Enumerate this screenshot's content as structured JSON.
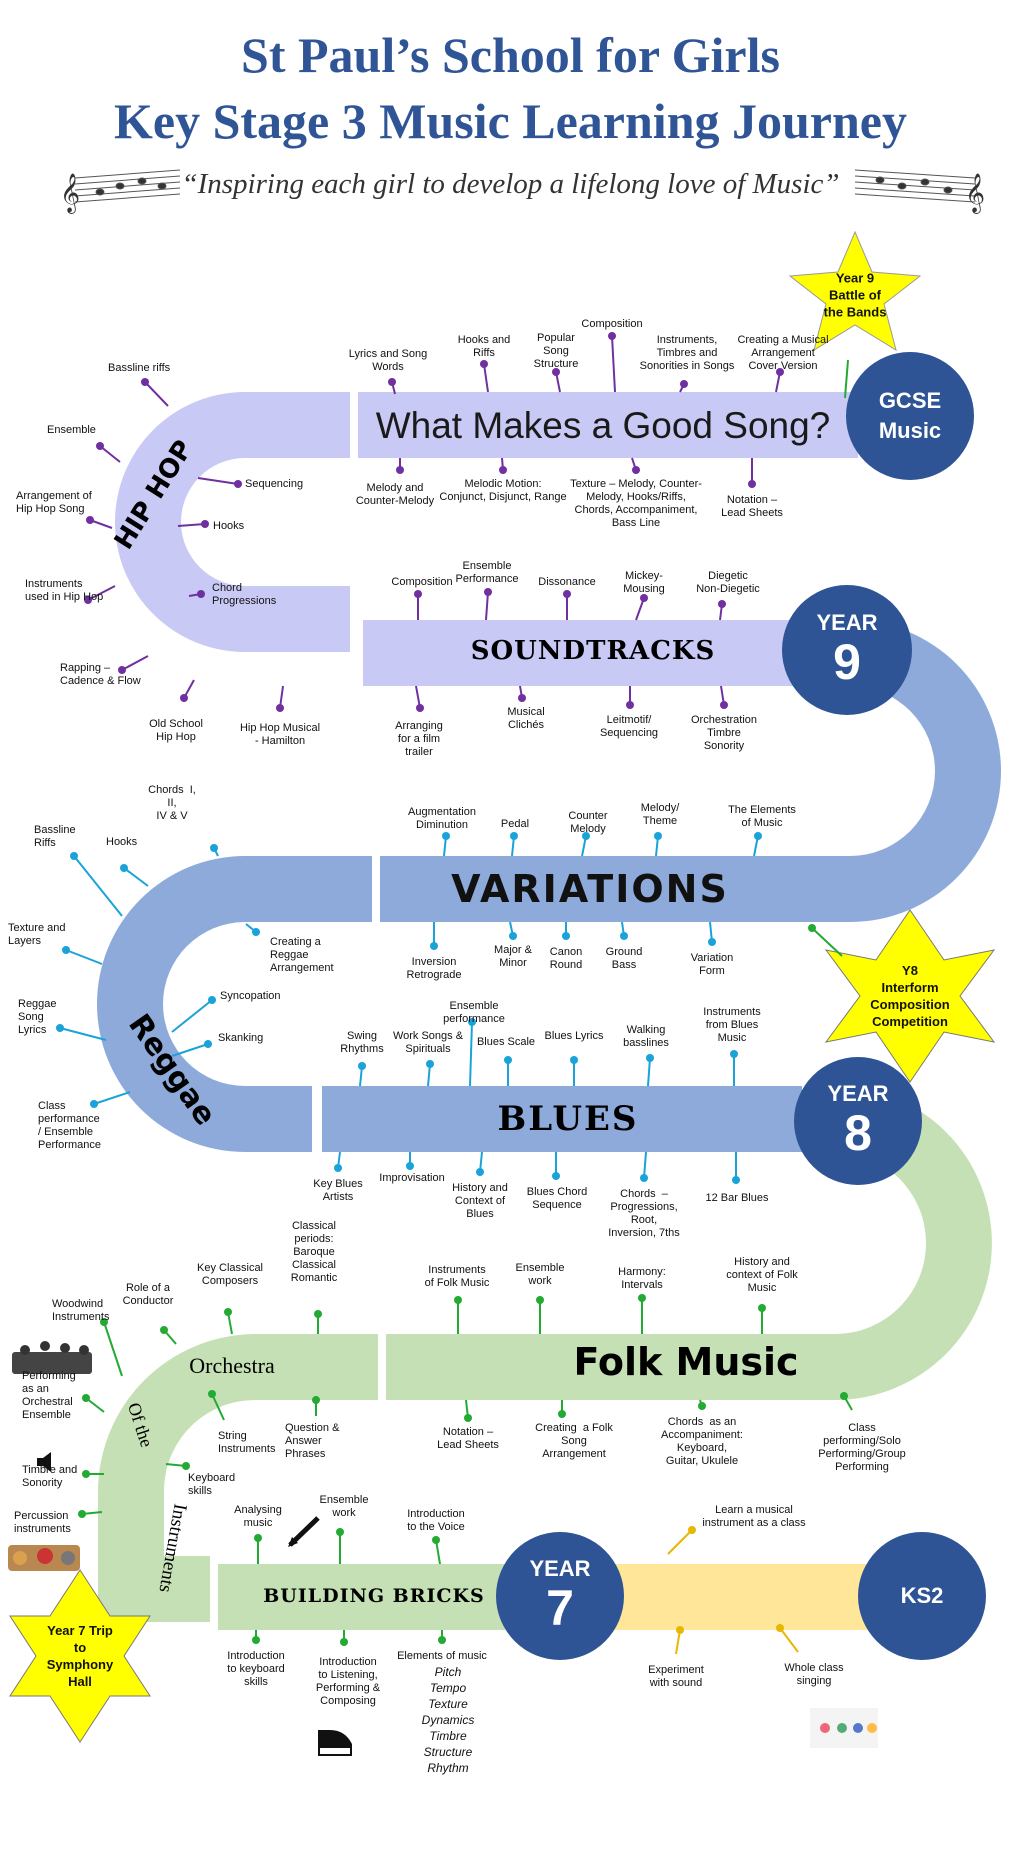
{
  "header": {
    "title_line1": "St Paul’s School for Girls",
    "title_line2": "Key Stage 3 Music Learning Journey",
    "motto": "“Inspiring each girl to develop a lifelong love of Music”"
  },
  "colors": {
    "title": "#2f5597",
    "circle": "#2e5496",
    "band_lavender": "#c9c9f5",
    "band_blue": "#8eaadb",
    "band_green": "#c5e0b4",
    "band_ks2": "#ffe699",
    "star": "#ffff00",
    "dot_purple": "#7030a0",
    "dot_cyan": "#1aa3d9",
    "dot_green": "#22aa33",
    "dot_gold": "#e6b800"
  },
  "circles": {
    "gcse": "GCSE Music",
    "year9_word": "YEAR",
    "year9_num": "9",
    "year8_word": "YEAR",
    "year8_num": "8",
    "year7_word": "YEAR",
    "year7_num": "7",
    "ks2": "KS2"
  },
  "stars": {
    "year9": "Year 9\nBattle of\nthe Bands",
    "year8": "Y8\nInterform\nComposition\nCompetition",
    "year7": "Year 7 Trip\nto\nSymphony\nHall"
  },
  "bands": {
    "good_song": "What Makes a Good Song?",
    "hiphop": "HIP HOP",
    "soundtracks": "SOUNDTRACKS",
    "variations": "VARIATIONS",
    "reggae": "Reggae",
    "blues": "BLUES",
    "folk": "Folk Music",
    "orchestra": "Orchestra",
    "of_the": "Of the",
    "instruments": "Instruments",
    "building": "BUILDING BRICKS"
  },
  "labels": {
    "song_top": [
      "Lyrics and Song\nWords",
      "Hooks and\nRiffs",
      "Popular\nSong\nStructure",
      "Composition",
      "Instruments,\nTimbres and\nSonorities in Songs",
      "Creating a Musical\nArrangement\nCover Version"
    ],
    "song_bottom": [
      "Melody and\nCounter-Melody",
      "Melodic Motion:\nConjunct, Disjunct, Range",
      "Texture – Melody, Counter-\nMelody, Hooks/Riffs,\nChords, Accompaniment,\nBass Line",
      "Notation –\nLead Sheets"
    ],
    "hiphop": [
      "Bassline riffs",
      "Ensemble",
      "Arrangement of\nHip Hop Song",
      "Instruments\nused in Hip Hop",
      "Rapping –\nCadence & Flow",
      "Old School\nHip Hop",
      "Hip Hop Musical\n- Hamilton",
      "Sequencing",
      "Hooks",
      "Chord\nProgressions"
    ],
    "sound_top": [
      "Composition",
      "Ensemble\nPerformance",
      "Dissonance",
      "Mickey-\nMousing",
      "Diegetic\nNon-Diegetic"
    ],
    "sound_bottom": [
      "Arranging\nfor a film\ntrailer",
      "Musical\nClichés",
      "Leitmotif/\nSequencing",
      "Orchestration\nTimbre\nSonority"
    ],
    "var_top": [
      "Augmentation\nDiminution",
      "Pedal",
      "Counter\nMelody",
      "Melody/\nTheme",
      "The Elements\nof Music"
    ],
    "var_bottom": [
      "Inversion\nRetrograde",
      "Major &\nMinor",
      "Canon\nRound",
      "Ground\nBass",
      "Variation\nForm"
    ],
    "reggae": [
      "Chords  I,\nII,\nIV & V",
      "Bassline\nRiffs",
      "Hooks",
      "Texture and\nLayers",
      "Reggae\nSong\nLyrics",
      "Class\nperformance\n/ Ensemble\nPerformance",
      "Creating a\nReggae\nArrangement",
      "Syncopation",
      "Skanking"
    ],
    "blues_top": [
      "Swing\nRhythms",
      "Work Songs &\nSpirituals",
      "Ensemble\nperformance",
      "Blues Scale",
      "Blues Lyrics",
      "Walking\nbasslines",
      "Instruments\nfrom Blues\nMusic"
    ],
    "blues_bottom": [
      "Key Blues\nArtists",
      "Improvisation",
      "History and\nContext of\nBlues",
      "Blues Chord\nSequence",
      "Chords  –\nProgressions,\nRoot,\nInversion, 7ths",
      "12 Bar Blues"
    ],
    "folk_top": [
      "Instruments\nof Folk Music",
      "Ensemble\nwork",
      "Harmony:\nIntervals",
      "History and\ncontext of Folk\nMusic"
    ],
    "folk_bottom": [
      "Notation –\nLead Sheets",
      "Creating  a Folk\nSong\nArrangement",
      "Chords  as an\nAccompaniment:\nKeyboard,\nGuitar, Ukulele",
      "Class\nperforming/Solo\nPerforming/Group\nPerforming"
    ],
    "orch": [
      "Role of a\nConductor",
      "Key Classical\nComposers",
      "Classical\nperiods:\nBaroque\nClassical\nRomantic",
      "Woodwind\nInstruments",
      "Performing\nas an\nOrchestral\nEnsemble",
      "Timbre and\nSonority",
      "Percussion\ninstruments",
      "String\nInstruments",
      "Question &\nAnswer\nPhrases",
      "Keyboard\nskills"
    ],
    "bricks_top": [
      "Analysing\nmusic",
      "Ensemble\nwork",
      "Introduction\nto the Voice"
    ],
    "bricks_bottom": [
      "Introduction\nto keyboard\nskills",
      "Introduction\nto Listening,\nPerforming &\nComposing",
      "Elements of music"
    ],
    "elements": [
      "Pitch",
      "Tempo",
      "Texture",
      "Dynamics",
      "Timbre",
      "Structure",
      "Rhythm"
    ],
    "ks2": [
      "Learn a musical\ninstrument as a class",
      "Experiment\nwith sound",
      "Whole class\nsinging"
    ]
  }
}
